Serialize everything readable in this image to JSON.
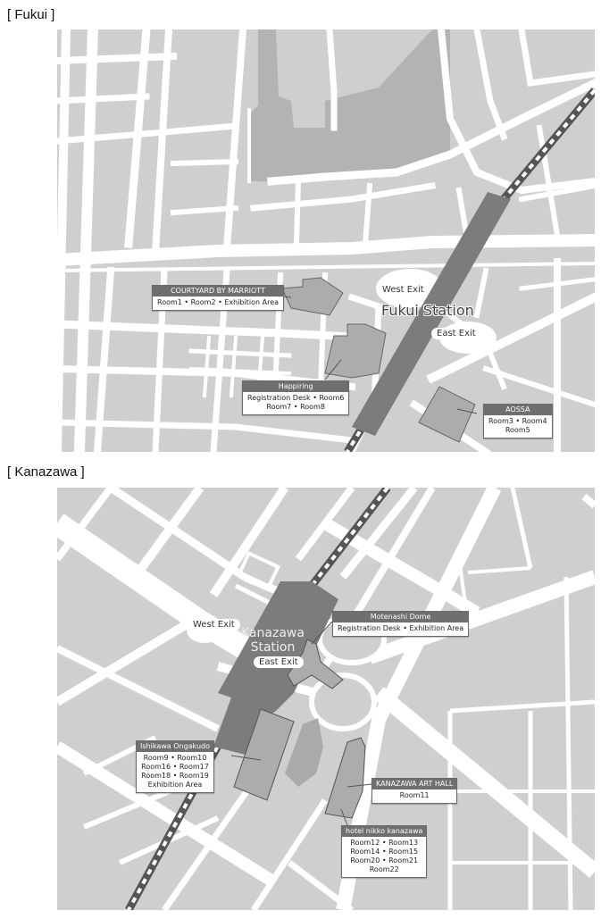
{
  "sections": {
    "fukui": {
      "title": "[ Fukui ]",
      "station": {
        "name": "Fukui Station",
        "west_exit": "West Exit",
        "east_exit": "East Exit"
      },
      "venues": [
        {
          "name": "COURTYARD BY MARRIOTT",
          "lines": [
            "Room1 • Room2 • Exhibition Area"
          ]
        },
        {
          "name": "Happiring",
          "lines": [
            "Registration Desk • Room6",
            "Room7 • Room8"
          ]
        },
        {
          "name": "AOSSA",
          "lines": [
            "Room3 • Room4",
            "Room5"
          ]
        }
      ]
    },
    "kanazawa": {
      "title": "[ Kanazawa ]",
      "station": {
        "name_line1": "Kanazawa",
        "name_line2": "Station",
        "west_exit": "West Exit",
        "east_exit": "East Exit"
      },
      "venues": [
        {
          "name": "Motenashi Dome",
          "lines": [
            "Registration Desk • Exhibition Area"
          ]
        },
        {
          "name": "Ishikawa Ongakudo",
          "lines": [
            "Room9 • Room10",
            "Room16 • Room17",
            "Room18 • Room19",
            "Exhibition Area"
          ]
        },
        {
          "name": "KANAZAWA ART HALL",
          "lines": [
            "Room11"
          ]
        },
        {
          "name": "hotel nikko kanazawa",
          "lines": [
            "Room12 • Room13",
            "Room14 • Room15",
            "Room20 • Room21",
            "Room22"
          ]
        }
      ]
    }
  },
  "colors": {
    "block": "#cfcfcf",
    "road": "#ffffff",
    "park": "#b3b3b3",
    "station": "#7c7c7c",
    "venue": "#acacac",
    "rail": "#555555",
    "callout_head": "#6f6f6f"
  }
}
